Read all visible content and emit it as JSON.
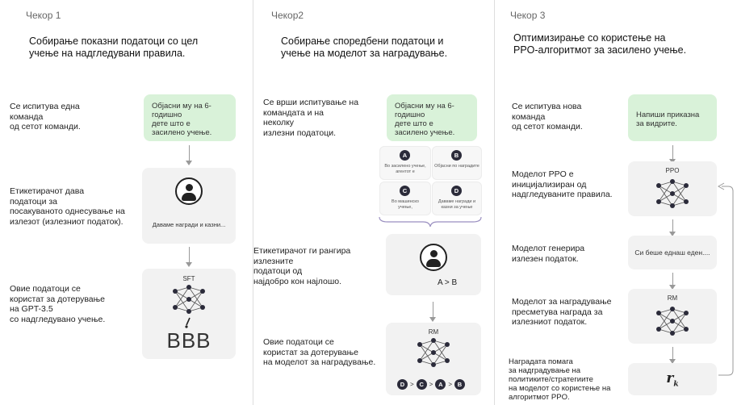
{
  "step1": {
    "step_label": "Чекор 1",
    "heading": "Собирање показни податоци со цел\nучење на надгледувани правила.",
    "label_prompt": "Се испитува една\nкоманда\nод сетот команди.",
    "prompt_text": "Објасни му на 6-\nгодишно\nдете што е\nзасилено учење.",
    "label_labeler": "Етикетирачот дава\nподатоци за\nпосакуваното однесување на\nизлезот (излезниот податок).",
    "labeler_output": "Даваме награди и казни...",
    "label_finetune": "Овие податоци се\nкористат за дотерување\nна GPT-3.5\nсо надгледувано учење.",
    "model_label": "SFT",
    "model_output": "BBB"
  },
  "step2": {
    "step_label": "Чекор2",
    "heading": "Собирање споредбени податоци и\nучење на моделот за наградување.",
    "label_prompt": "Се врши испитување на\nкомандата и на\nнеколку\nизлезни податоци.",
    "prompt_text": "Објасни му на 6-\nгодишно\nдете што е\nзасилено учење.",
    "outputs": [
      {
        "letter": "A",
        "text": "Во засилено учење,\nагентот е"
      },
      {
        "letter": "B",
        "text": "Објасни по наградите"
      },
      {
        "letter": "C",
        "text": "Во машинско\nучење,"
      },
      {
        "letter": "D",
        "text": "Даваме награди и\nказни за учење"
      }
    ],
    "label_ranking": "Етикетирачот ги рангира\nизлезните\nподатоци од\nнајдобро кон најлошо.",
    "ranking_text": "A > B",
    "label_train": "Овие податоци се\nкористат за дотерување\nна моделот за наградување.",
    "model_label": "RM",
    "rank_order": [
      "D",
      "C",
      "A",
      "B"
    ]
  },
  "step3": {
    "step_label": "Чекор 3",
    "heading": "Оптимизирање со користење на\nPPO-алгоритмот за засилено учење.",
    "label_prompt": "Се испитува нова\nкоманда\nод сетот команди.",
    "prompt_text": "Напиши приказна\nза видрите.",
    "label_init": "Моделот PPO е\nиницијализиран од\nнадгледуваните правила.",
    "ppo_label": "PPO",
    "label_generate": "Моделот генерира\nизлезен податок.",
    "generated_text": "Си беше еднаш еден....",
    "label_reward": "Моделот за наградување\nпресметува награда за\nизлезниот податок.",
    "rm_label": "RM",
    "label_update": "Наградата помага\nза надградување на\nполитиките/стратегиите\nна моделот со користење на\nалгоритмот PPO.",
    "reward_symbol": "r",
    "reward_subscript": "k"
  },
  "colors": {
    "prompt_green": "#d9f2d9",
    "box_gray": "#f2f2f2",
    "node_dark": "#2b2b3a"
  }
}
